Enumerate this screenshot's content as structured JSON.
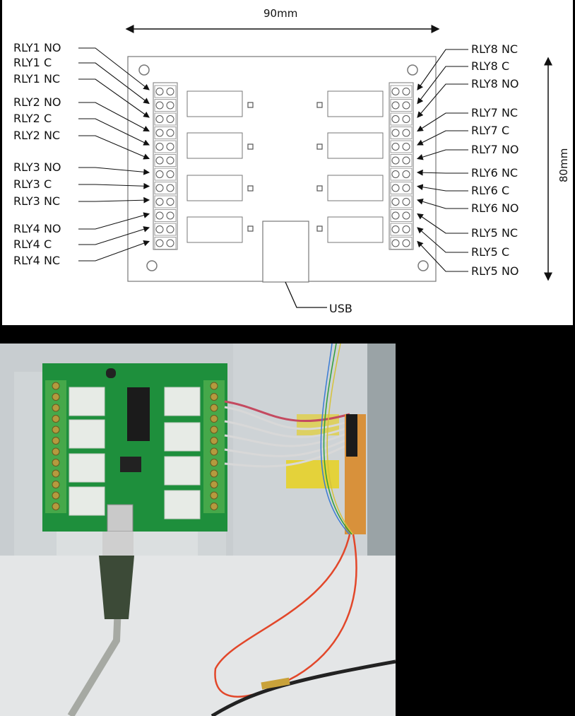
{
  "diagram": {
    "width_label": "90mm",
    "height_label": "80mm",
    "usb_label": "USB",
    "left_labels": [
      "RLY1 NO",
      "RLY1 C",
      "RLY1 NC",
      "RLY2 NO",
      "RLY2 C",
      "RLY2 NC",
      "RLY3 NO",
      "RLY3 C",
      "RLY3 NC",
      "RLY4 NO",
      "RLY4 C",
      "RLY4 NC"
    ],
    "right_labels": [
      "RLY8 NC",
      "RLY8 C",
      "RLY8 NO",
      "RLY7 NC",
      "RLY7 C",
      "RLY7 NO",
      "RLY6 NC",
      "RLY6 C",
      "RLY6 NO",
      "RLY5 NC",
      "RLY5 C",
      "RLY5 NO"
    ]
  },
  "colors": {
    "pcb": "#1e8f3c",
    "terminal": "#46a84a",
    "relay": "#e7ebe6",
    "cable_red": "#e2472a",
    "usb_plug": "#3c4a37",
    "background": "#000000"
  }
}
